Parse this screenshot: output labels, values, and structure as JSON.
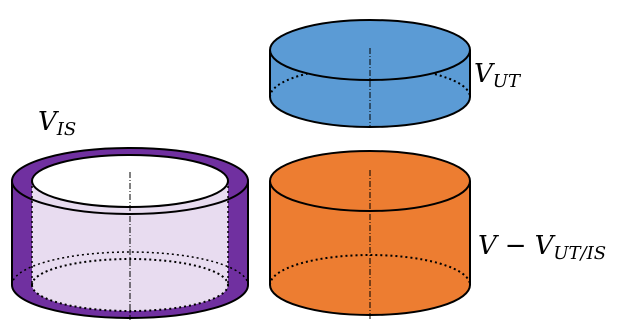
{
  "labels": {
    "top_base": "V",
    "top_sub": "UT",
    "ring_base": "V",
    "ring_sub": "IS",
    "bottom_base": "V",
    "bottom_minus": "−",
    "bottom_base2": "V",
    "bottom_sub": "UT/IS"
  },
  "colors": {
    "top_cylinder": "#5b9bd5",
    "bottom_cylinder": "#ed7d31",
    "ring_outer": "#7030a0",
    "ring_inner_body": "#e8dcf0",
    "ring_inner_top": "#ffffff",
    "outline": "#000000"
  }
}
